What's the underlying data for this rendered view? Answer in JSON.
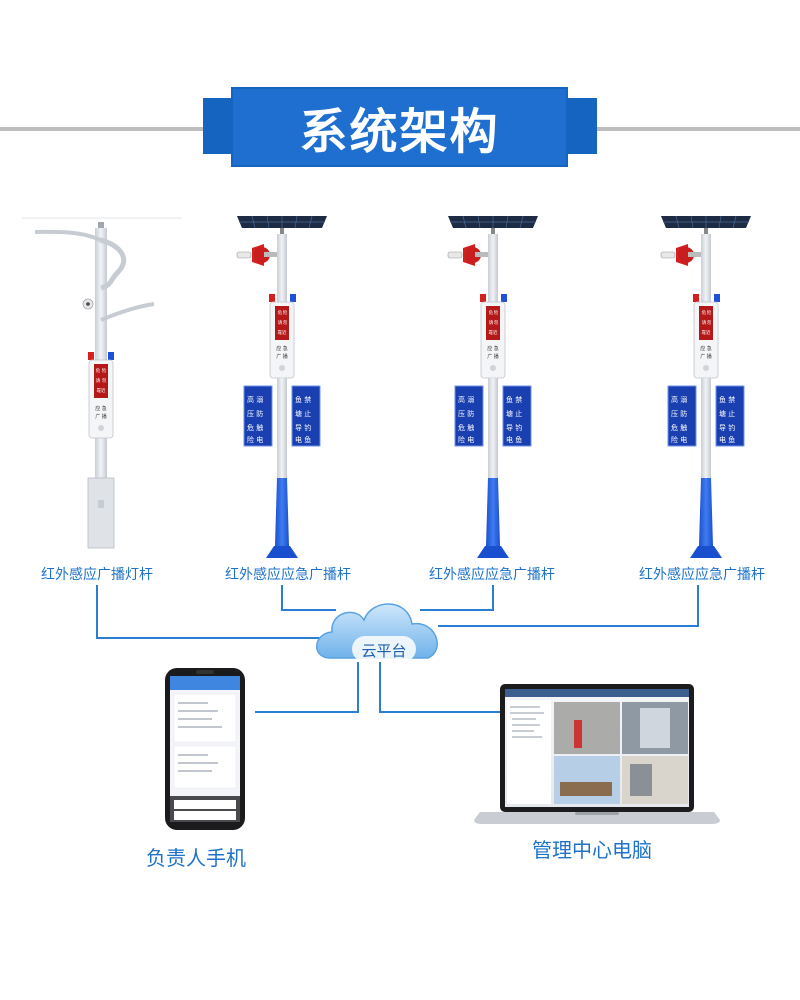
{
  "title": "系统架构",
  "poles": [
    {
      "label": "红外感应广播灯杆"
    },
    {
      "label": "红外感应应急广播杆"
    },
    {
      "label": "红外感应应急广播杆"
    },
    {
      "label": "红外感应应急广播杆"
    }
  ],
  "cloud_label": "云平台",
  "phone_label": "负责人手机",
  "computer_label": "管理中心电脑",
  "colors": {
    "brand_blue": "#1e6fd0",
    "label_blue": "#1e73c8",
    "line_blue": "#2a7fd4"
  }
}
